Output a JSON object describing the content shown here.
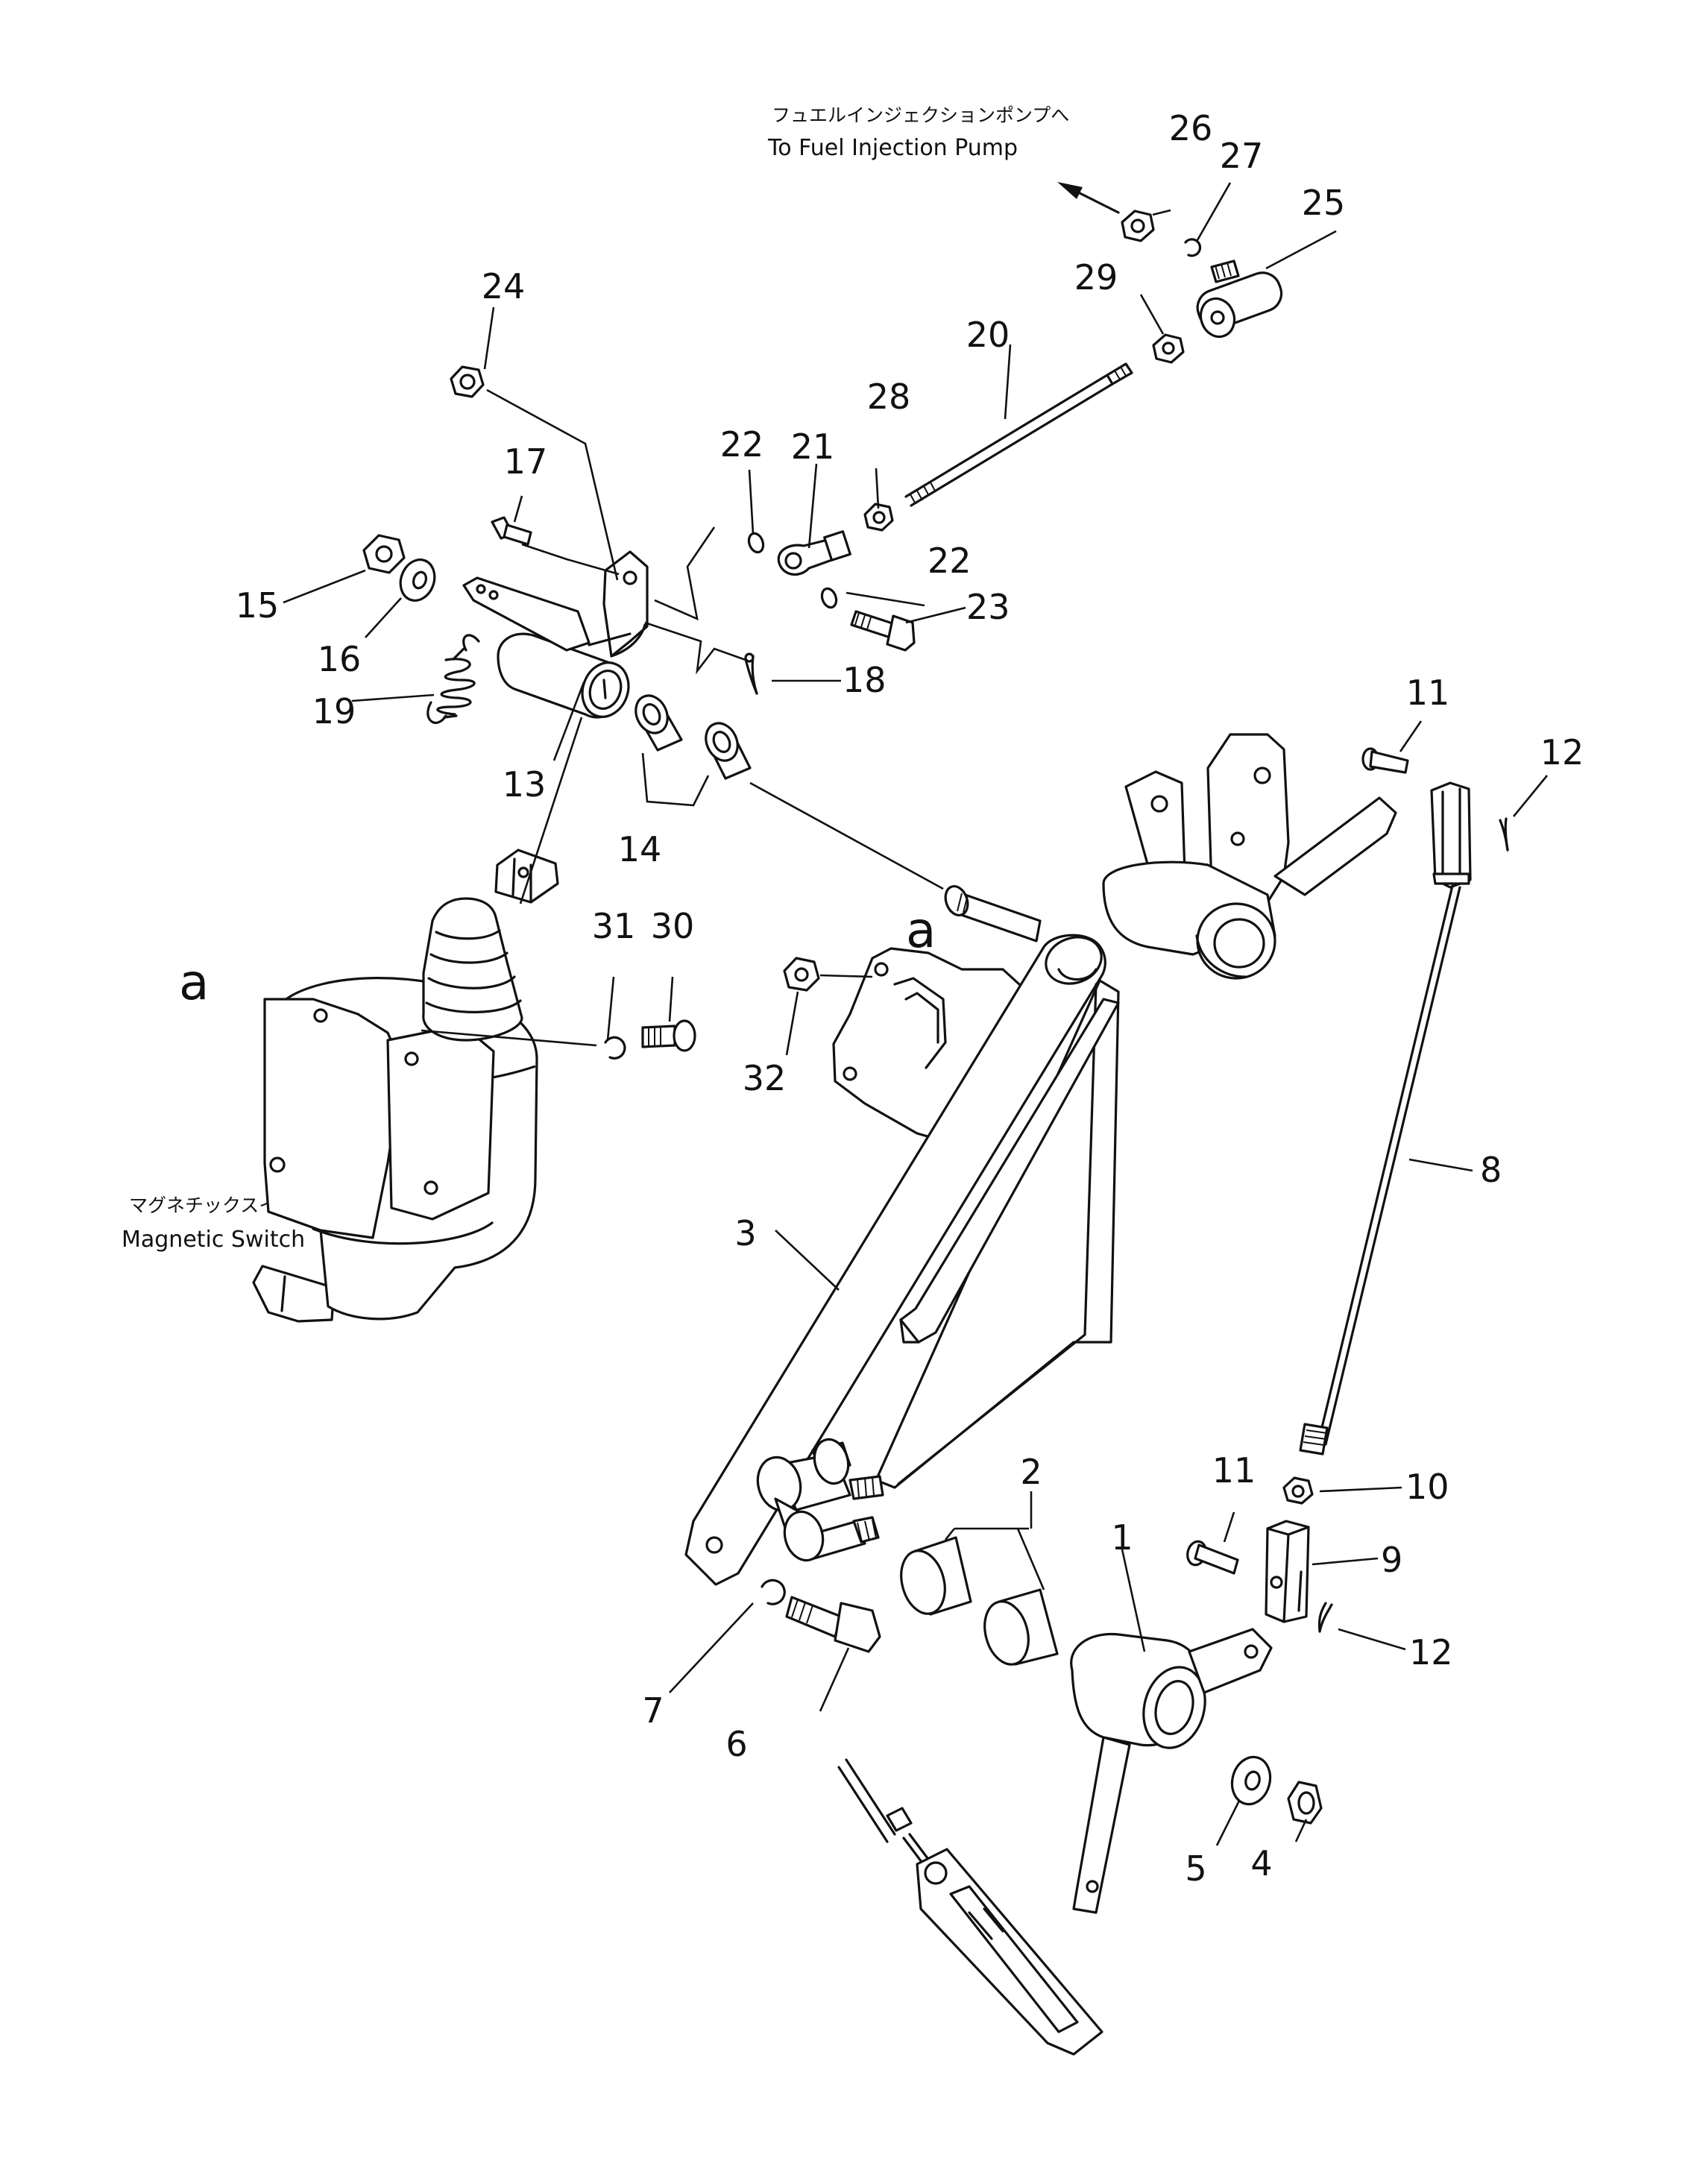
{
  "captions": {
    "fuel_pump_jp": "フュエルインジェクションポンプへ",
    "fuel_pump_en": "To Fuel Injection Pump",
    "magnetic_switch_jp": "マグネチックスイッチ",
    "magnetic_switch_en": "Magnetic Switch",
    "view_mark_left": "a",
    "view_mark_right": "a"
  },
  "callouts": [
    "1",
    "2",
    "3",
    "4",
    "5",
    "6",
    "7",
    "8",
    "9",
    "10",
    "11",
    "11",
    "12",
    "12",
    "13",
    "14",
    "15",
    "16",
    "17",
    "18",
    "19",
    "20",
    "21",
    "22",
    "22",
    "23",
    "24",
    "25",
    "26",
    "27",
    "28",
    "29",
    "30",
    "31",
    "32"
  ]
}
